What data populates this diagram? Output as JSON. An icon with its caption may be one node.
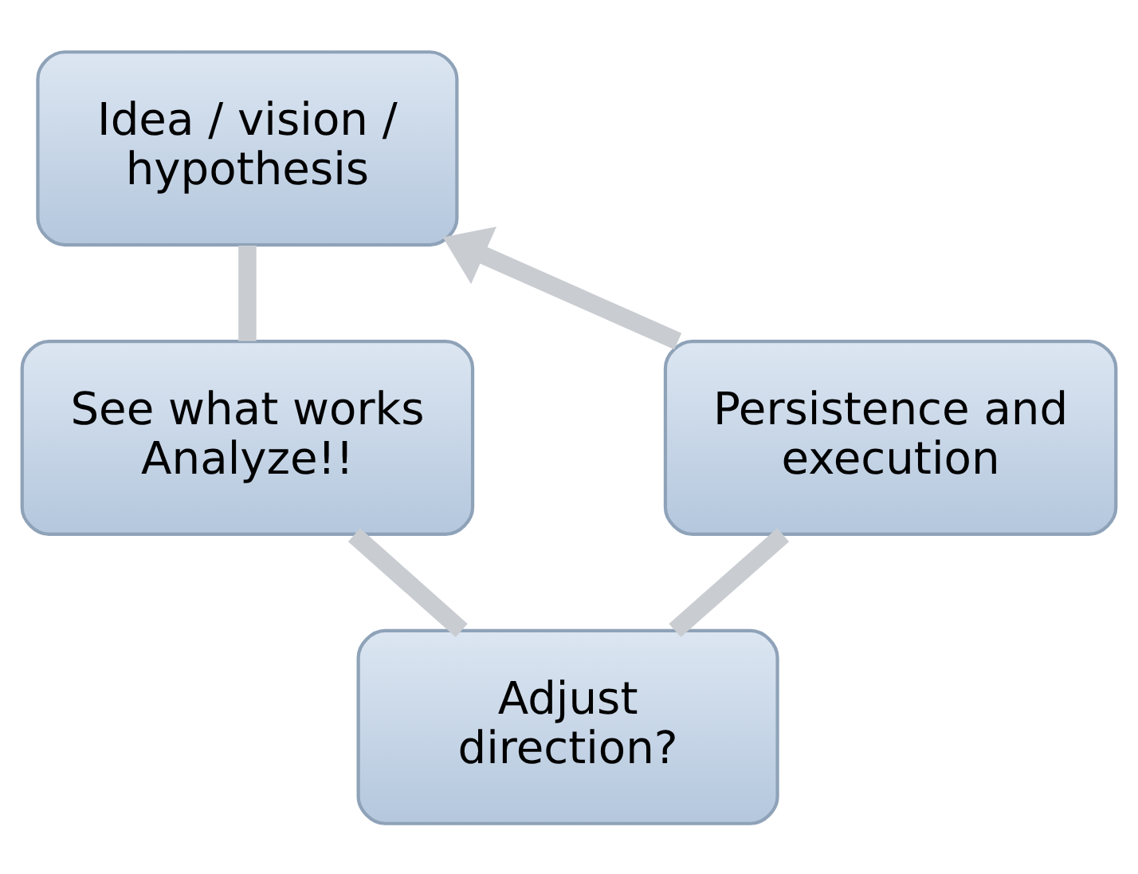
{
  "diagram": {
    "nodes": [
      {
        "text": [
          "Idea / vision / hypothesis"
        ]
      },
      {
        "text": [
          "See what works",
          "Analyze!!"
        ]
      },
      {
        "text": [
          "Adjust direction?"
        ]
      },
      {
        "text": [
          "Persistence and execution"
        ]
      }
    ],
    "edges": [
      {
        "from": 0,
        "to": 1,
        "arrow": "none"
      },
      {
        "from": 1,
        "to": 2,
        "arrow": "none"
      },
      {
        "from": 2,
        "to": 3,
        "arrow": "none"
      },
      {
        "from": 3,
        "to": 0,
        "arrow": "to"
      }
    ]
  }
}
